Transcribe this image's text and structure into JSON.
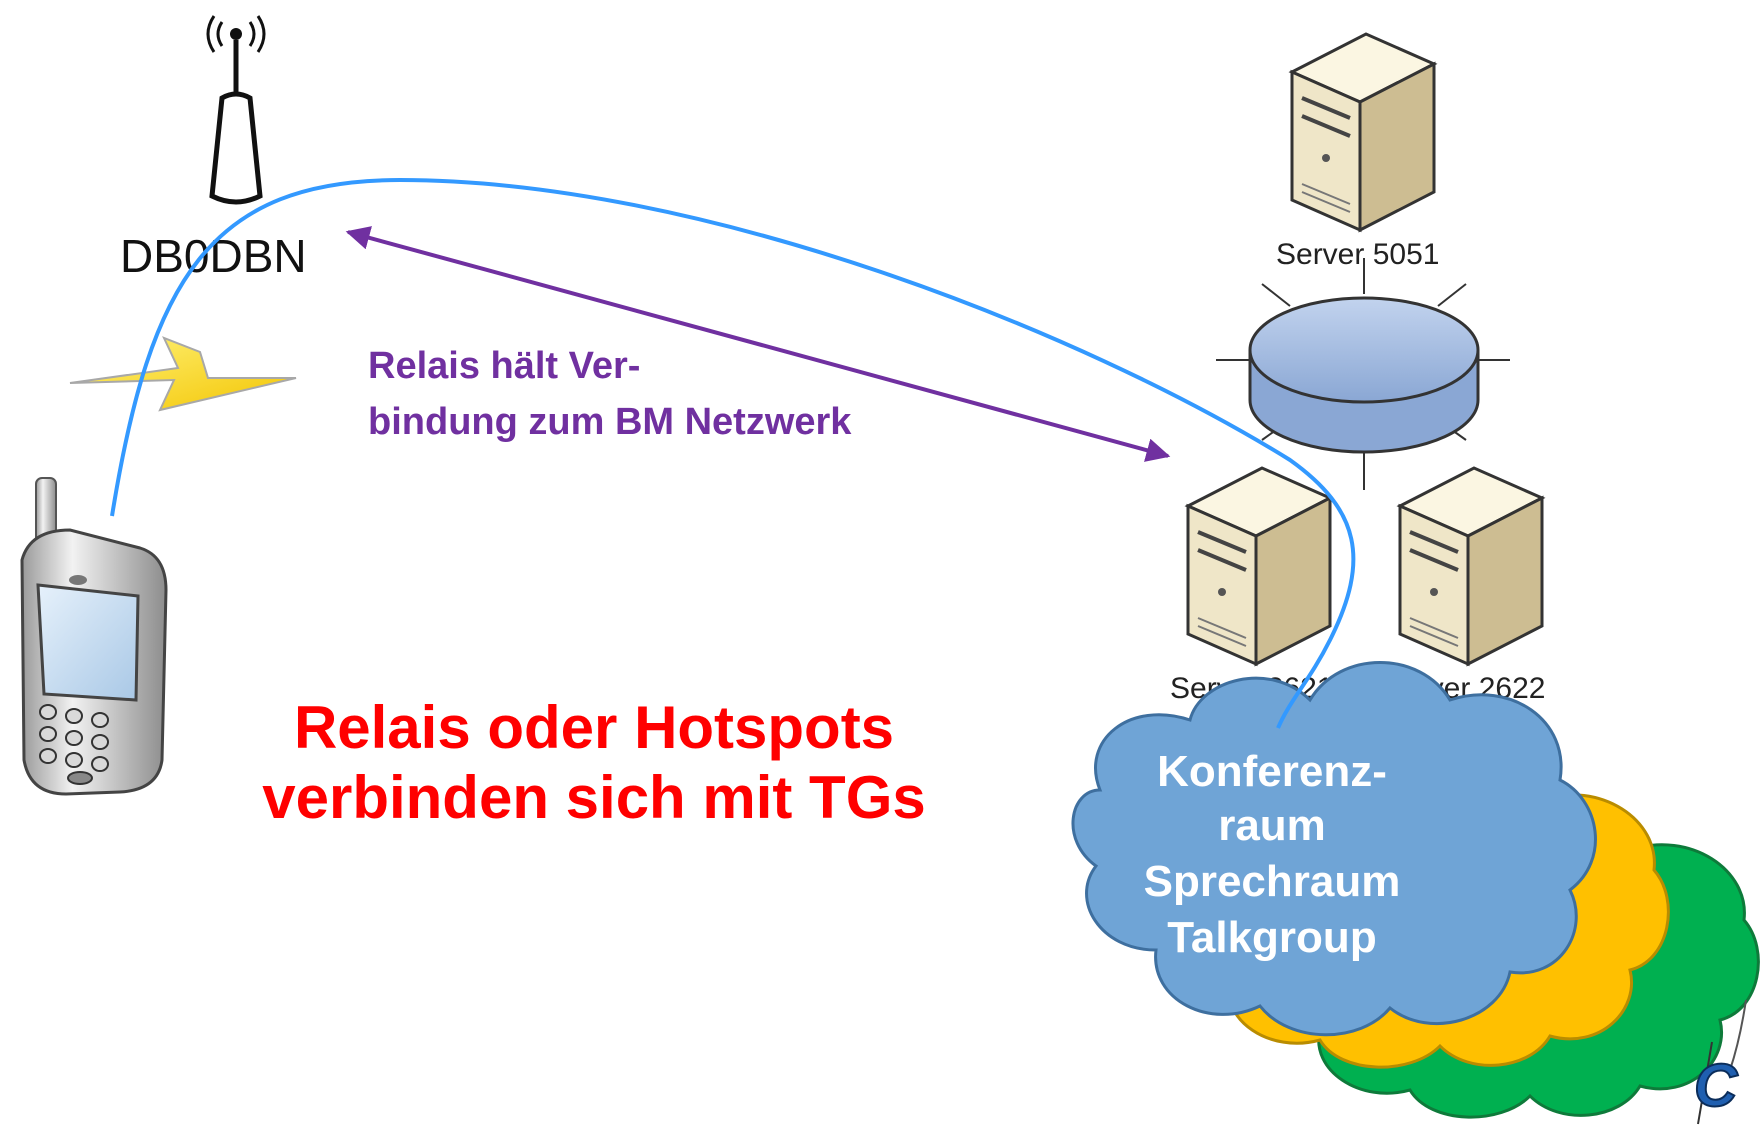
{
  "repeater": {
    "callsign": "DB0DBN"
  },
  "servers": {
    "top_label": "Server 5051",
    "left_label": "Server 2621",
    "right_label": "Server 2622"
  },
  "notes": {
    "repeater_line1": "Relais hält Ver-",
    "repeater_line2": "bindung zum BM Netzwerk",
    "main_line1": "Relais oder Hotspots",
    "main_line2": "verbinden sich mit TGs"
  },
  "cloud": {
    "line1": "Konferenz-",
    "line2": "raum",
    "line3": "Sprechraum",
    "line4": "Talkgroup"
  },
  "logo_letter": "C",
  "colors": {
    "purple": "#7030a0",
    "red": "#ff0000",
    "link_blue": "#3399ff",
    "cloud_blue": "#6fa4d6",
    "cloud_yellow": "#ffc000",
    "cloud_green": "#00b050",
    "server_beige": "#efe6c8",
    "hub_blue": "#9db6dc"
  }
}
